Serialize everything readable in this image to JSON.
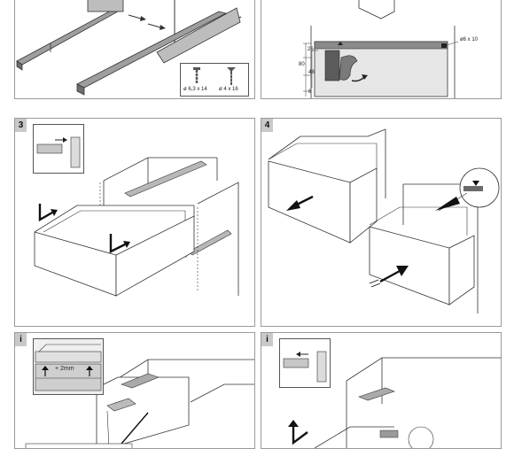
{
  "panels": [
    {
      "tag": ""
    },
    {
      "tag": ""
    },
    {
      "tag": "3"
    },
    {
      "tag": "4"
    },
    {
      "tag": "i"
    },
    {
      "tag": "i"
    }
  ],
  "screws": [
    {
      "label": "ø 6,3 x 14"
    },
    {
      "label": "ø 4 x 16"
    }
  ],
  "dimensions": {
    "d26": "26",
    "d80": "80",
    "d48": "48",
    "d6": "6",
    "hole": "ø6 x 10"
  },
  "adjust_label": "+ 2mm"
}
